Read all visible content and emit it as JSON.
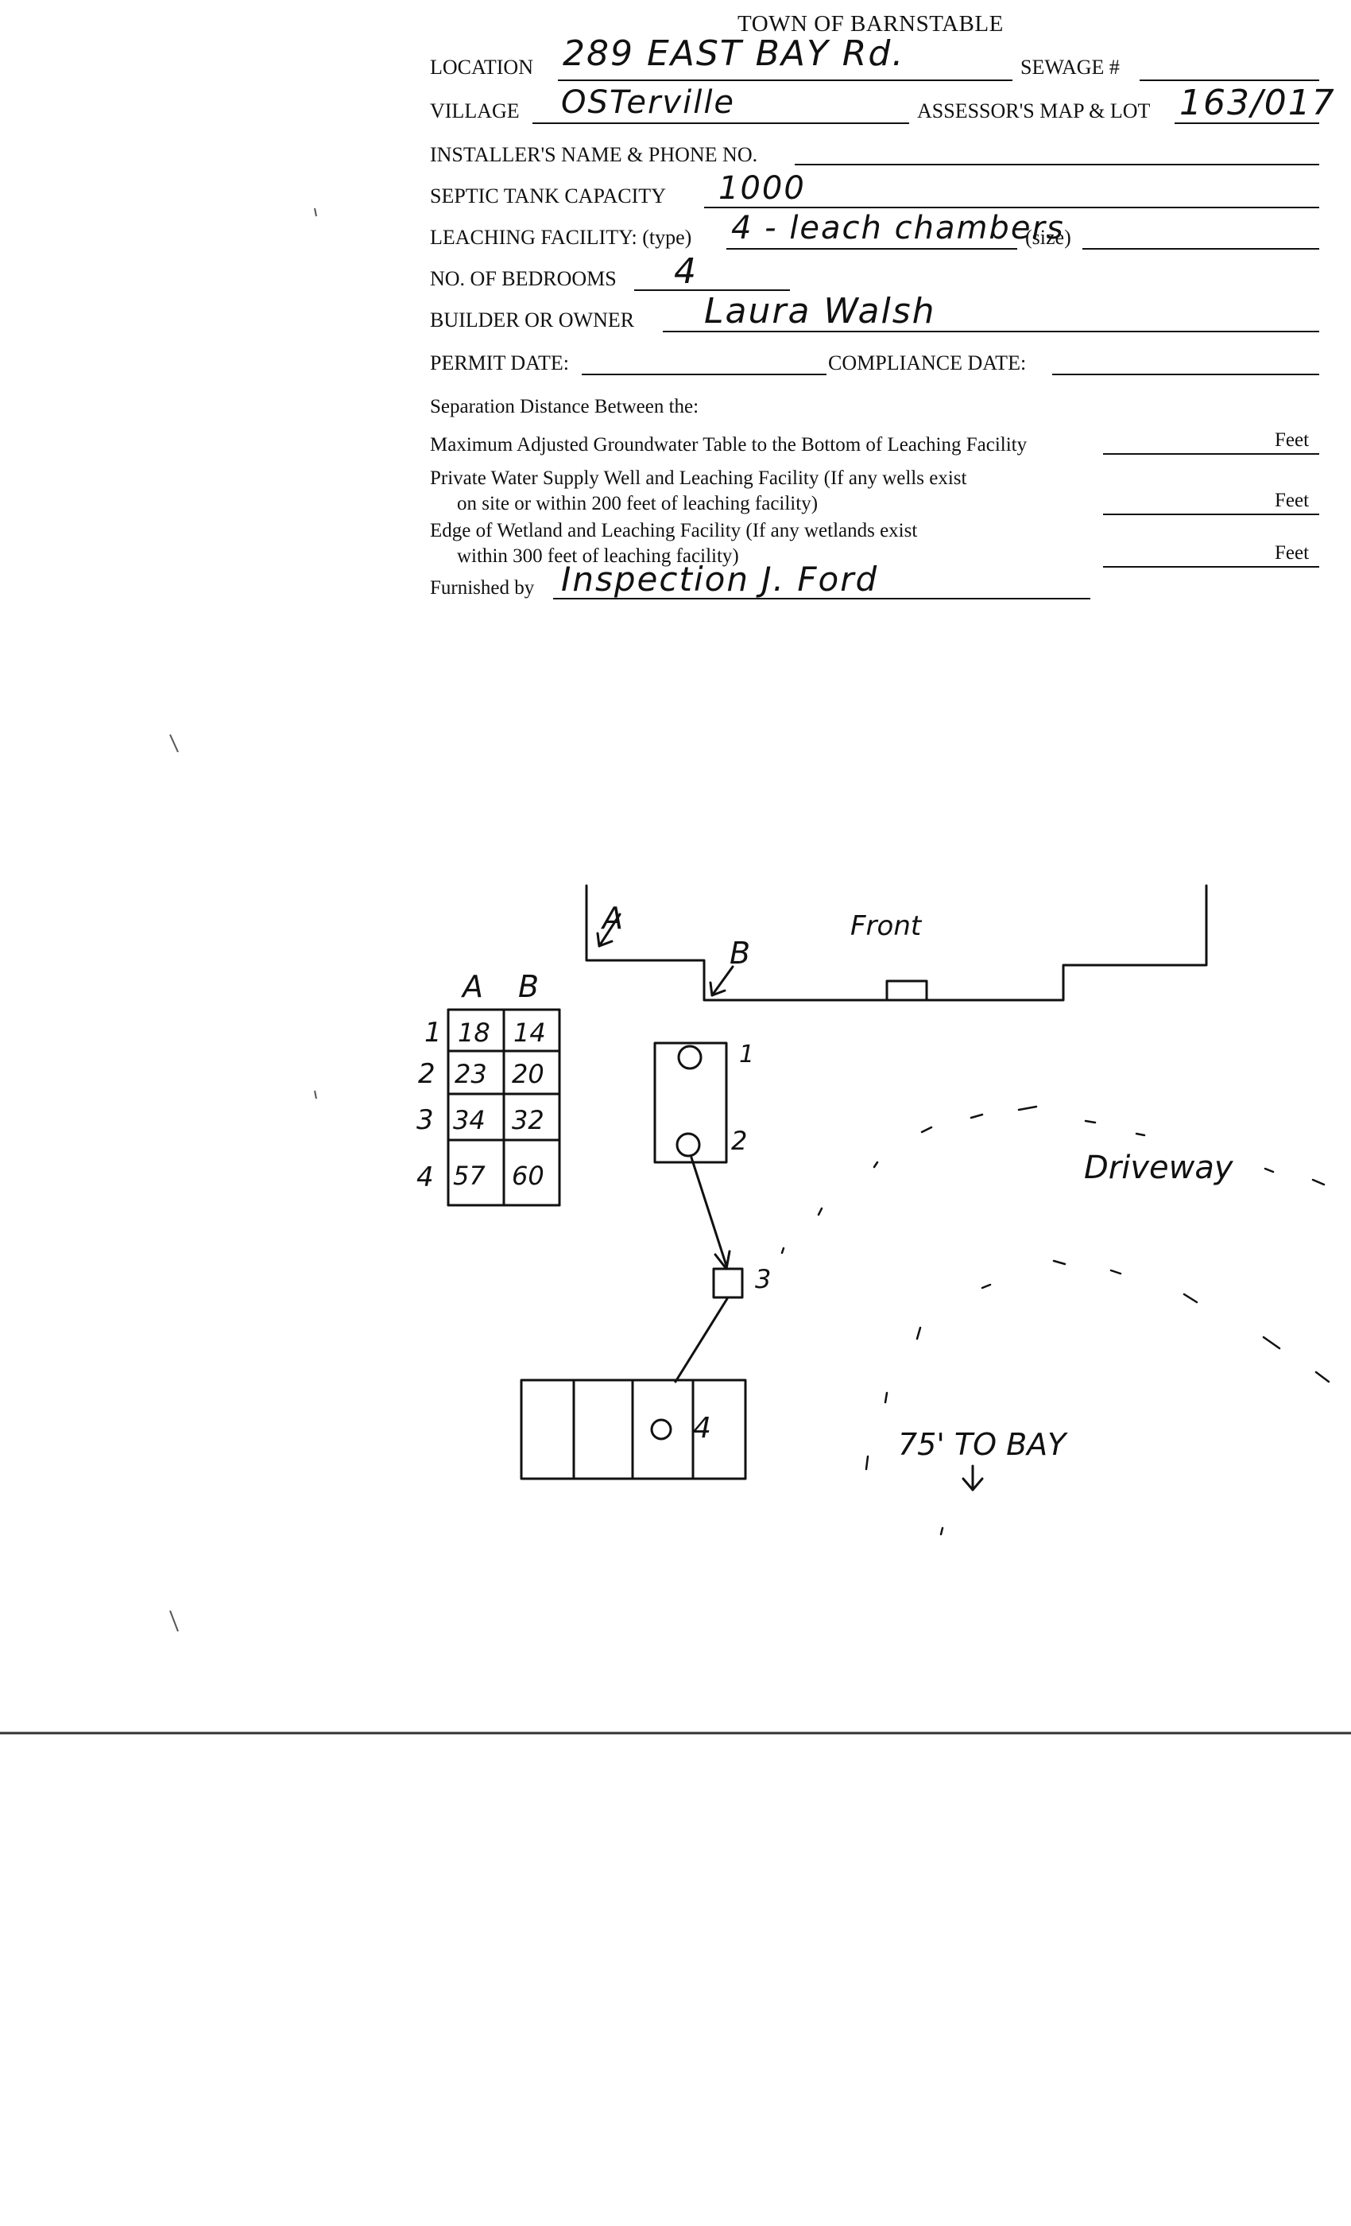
{
  "form": {
    "title": "TOWN OF BARNSTABLE",
    "location_label": "LOCATION",
    "location_value": "289  EAST BAY Rd.",
    "sewage_label": "SEWAGE #",
    "sewage_value": "",
    "village_label": "VILLAGE",
    "village_value": "OSTerville",
    "assessor_label": "ASSESSOR'S MAP & LOT",
    "assessor_value": "163/017",
    "installer_label": "INSTALLER'S NAME & PHONE NO.",
    "installer_value": "",
    "septic_label": "SEPTIC TANK CAPACITY",
    "septic_value": "1000",
    "leaching_label": "LEACHING FACILITY: (type)",
    "leaching_type_value": "4 - leach chambers",
    "size_label": "(size)",
    "size_value": "",
    "bedrooms_label": "NO. OF BEDROOMS",
    "bedrooms_value": "4",
    "builder_label": "BUILDER OR OWNER",
    "builder_value": "Laura  Walsh",
    "permit_label": "PERMIT DATE:",
    "permit_value": "",
    "compliance_label": "COMPLIANCE  DATE:",
    "compliance_value": ""
  },
  "separation": {
    "heading": "Separation Distance Between the:",
    "row1": "Maximum Adjusted Groundwater Table to the Bottom of Leaching Facility",
    "row2_line1": "Private Water Supply Well and Leaching Facility  (If any wells exist",
    "row2_line2": "on site or within 200 feet of leaching facility)",
    "row3_line1": "Edge of Wetland and Leaching Facility (If any wetlands exist",
    "row3_line2": "within 300 feet of leaching facility)",
    "unit": "Feet",
    "furnished_label": "Furnished by",
    "furnished_value": "Inspection  J. Ford"
  },
  "sketch": {
    "house_label": "Front",
    "corner_a": "A",
    "corner_b": "B",
    "driveway_label": "Driveway",
    "bay_label": "75' TO BAY",
    "points": [
      "1",
      "2",
      "3",
      "4"
    ],
    "table": {
      "col_a": "A",
      "col_b": "B",
      "rows": [
        {
          "n": "1",
          "a": "18",
          "b": "14"
        },
        {
          "n": "2",
          "a": "23",
          "b": "20"
        },
        {
          "n": "3",
          "a": "34",
          "b": "32"
        },
        {
          "n": "4",
          "a": "57",
          "b": "60"
        }
      ]
    }
  }
}
